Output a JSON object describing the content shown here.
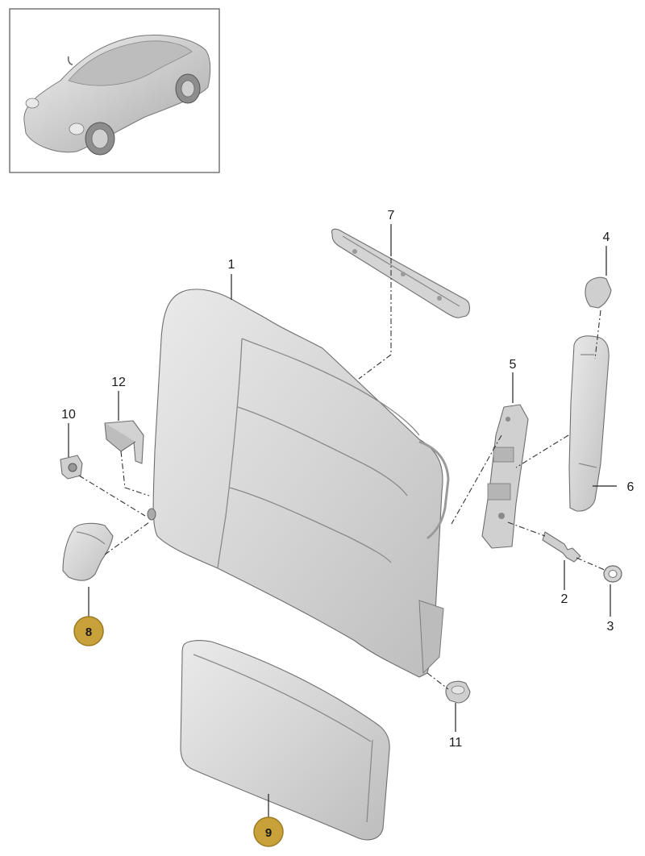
{
  "callouts": {
    "c1": "1",
    "c2": "2",
    "c3": "3",
    "c4": "4",
    "c5": "5",
    "c6": "6",
    "c7": "7",
    "c8": "8",
    "c9": "9",
    "c10": "10",
    "c11": "11",
    "c12": "12"
  },
  "colors": {
    "badge_fill": "#c8a13a",
    "badge_stroke": "#9b7a22",
    "part_fill": "#d9d9d9",
    "part_shade": "#c4c4c4",
    "thumbnail_border": "#555555"
  },
  "icons": {
    "thumbnail": "car-thumbnail-icon"
  }
}
